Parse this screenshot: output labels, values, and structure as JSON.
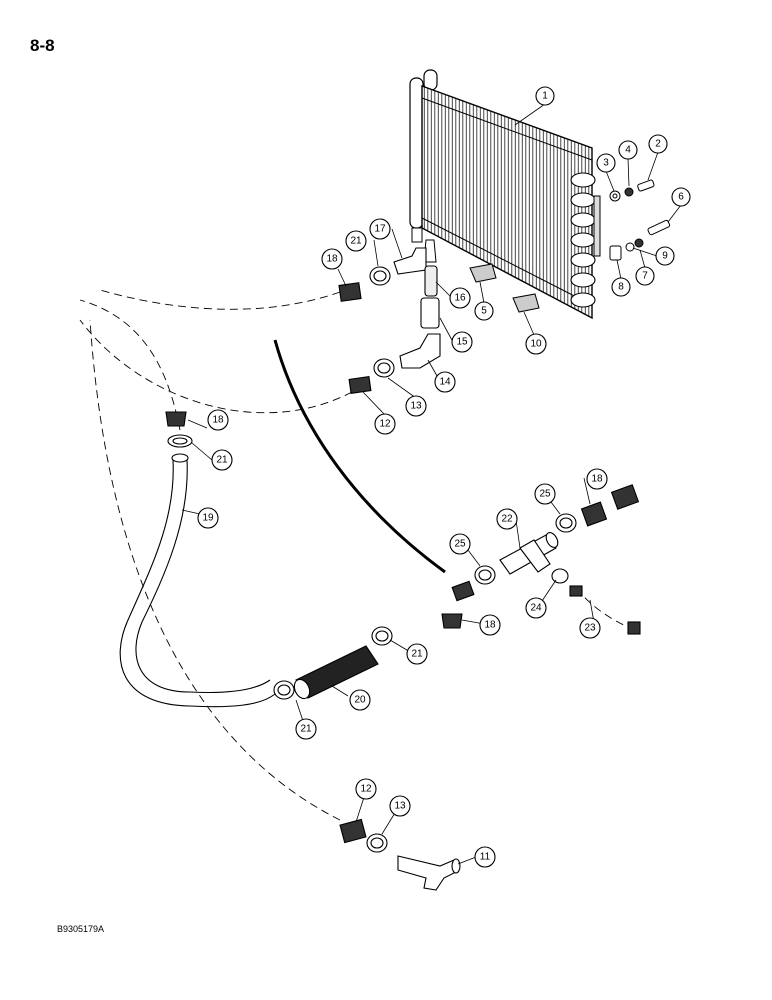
{
  "page_number": "8-8",
  "figure_code": "B9305179A",
  "callouts": [
    "1",
    "2",
    "3",
    "4",
    "5",
    "6",
    "7",
    "8",
    "9",
    "10",
    "11",
    "12",
    "13",
    "14",
    "15",
    "16",
    "17",
    "18",
    "19",
    "20",
    "21",
    "22",
    "23",
    "24",
    "25"
  ],
  "callout_instances": [
    {
      "label": "1"
    },
    {
      "label": "2"
    },
    {
      "label": "3"
    },
    {
      "label": "4"
    },
    {
      "label": "5"
    },
    {
      "label": "6"
    },
    {
      "label": "7"
    },
    {
      "label": "8"
    },
    {
      "label": "9"
    },
    {
      "label": "10"
    },
    {
      "label": "11"
    },
    {
      "label": "12"
    },
    {
      "label": "12"
    },
    {
      "label": "13"
    },
    {
      "label": "13"
    },
    {
      "label": "14"
    },
    {
      "label": "15"
    },
    {
      "label": "16"
    },
    {
      "label": "17"
    },
    {
      "label": "18"
    },
    {
      "label": "18"
    },
    {
      "label": "18"
    },
    {
      "label": "18"
    },
    {
      "label": "19"
    },
    {
      "label": "20"
    },
    {
      "label": "21"
    },
    {
      "label": "21"
    },
    {
      "label": "21"
    },
    {
      "label": "21"
    },
    {
      "label": "22"
    },
    {
      "label": "23"
    },
    {
      "label": "24"
    },
    {
      "label": "25"
    },
    {
      "label": "25"
    }
  ]
}
